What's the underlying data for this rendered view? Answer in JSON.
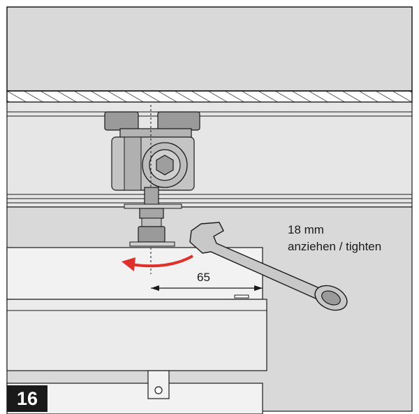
{
  "step": {
    "number": "16"
  },
  "instruction": {
    "size": "18 mm",
    "action": "anziehen / tighten"
  },
  "dimension": {
    "value": "65"
  },
  "colors": {
    "panel": "#d9d9d9",
    "outline": "#1a1a1a",
    "metal": "#b3b3b3",
    "arrow": "#e0302a",
    "badge": "#1a1a1a"
  },
  "icons": [
    "wrench-icon",
    "rotation-arrow-icon",
    "hex-socket-icon"
  ]
}
